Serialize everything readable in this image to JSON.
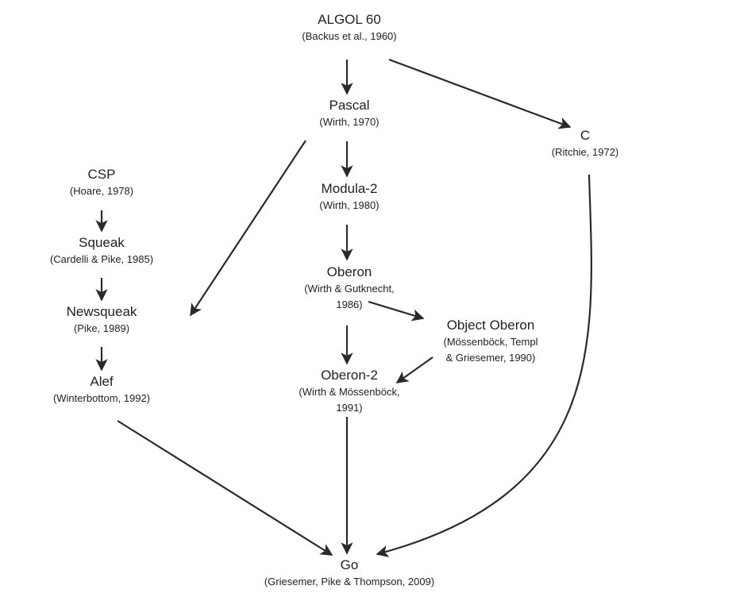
{
  "nodes": {
    "algol": {
      "name": "ALGOL 60",
      "sub": [
        "(Backus et al., 1960)"
      ]
    },
    "pascal": {
      "name": "Pascal",
      "sub": [
        "(Wirth, 1970)"
      ]
    },
    "c": {
      "name": "C",
      "sub": [
        "(Ritchie, 1972)"
      ]
    },
    "csp": {
      "name": "CSP",
      "sub": [
        "(Hoare, 1978)"
      ]
    },
    "modula": {
      "name": "Modula-2",
      "sub": [
        "(Wirth, 1980)"
      ]
    },
    "squeak": {
      "name": "Squeak",
      "sub": [
        "(Cardelli & Pike, 1985)"
      ]
    },
    "oberon": {
      "name": "Oberon",
      "sub": [
        "(Wirth & Gutknecht,",
        "1986)"
      ]
    },
    "newsqueak": {
      "name": "Newsqueak",
      "sub": [
        "(Pike, 1989)"
      ]
    },
    "objoberon": {
      "name": "Object Oberon",
      "sub": [
        "(Mössenböck, Templ",
        "& Griesemer, 1990)"
      ]
    },
    "oberon2": {
      "name": "Oberon-2",
      "sub": [
        "(Wirth & Mössenböck,",
        "1991)"
      ]
    },
    "alef": {
      "name": "Alef",
      "sub": [
        "(Winterbottom, 1992)"
      ]
    },
    "go": {
      "name": "Go",
      "sub": [
        "(Griesemer, Pike & Thompson, 2009)"
      ]
    }
  },
  "colors": {
    "text": "#222222",
    "arrow": "#2a2a2a",
    "background": "#ffffff"
  }
}
